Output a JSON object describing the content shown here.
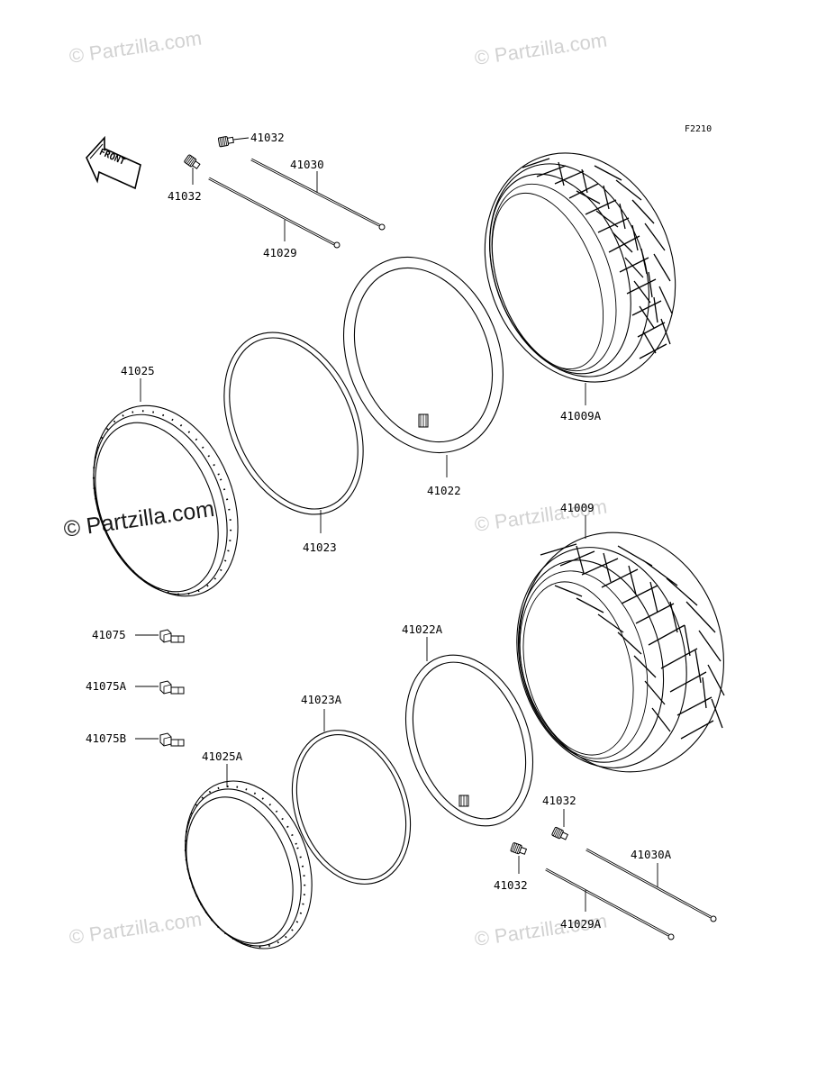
{
  "figure_code": "F2210",
  "front_label": "FRONT",
  "watermark": "© Partzilla.com",
  "parts": {
    "p41032_a": "41032",
    "p41032_b": "41032",
    "p41030": "41030",
    "p41029": "41029",
    "p41009A": "41009A",
    "p41025": "41025",
    "p41023": "41023",
    "p41022": "41022",
    "p41009": "41009",
    "p41075": "41075",
    "p41075A": "41075A",
    "p41075B": "41075B",
    "p41022A": "41022A",
    "p41023A": "41023A",
    "p41025A": "41025A",
    "p41032_c": "41032",
    "p41032_d": "41032",
    "p41030A": "41030A",
    "p41029A": "41029A"
  }
}
